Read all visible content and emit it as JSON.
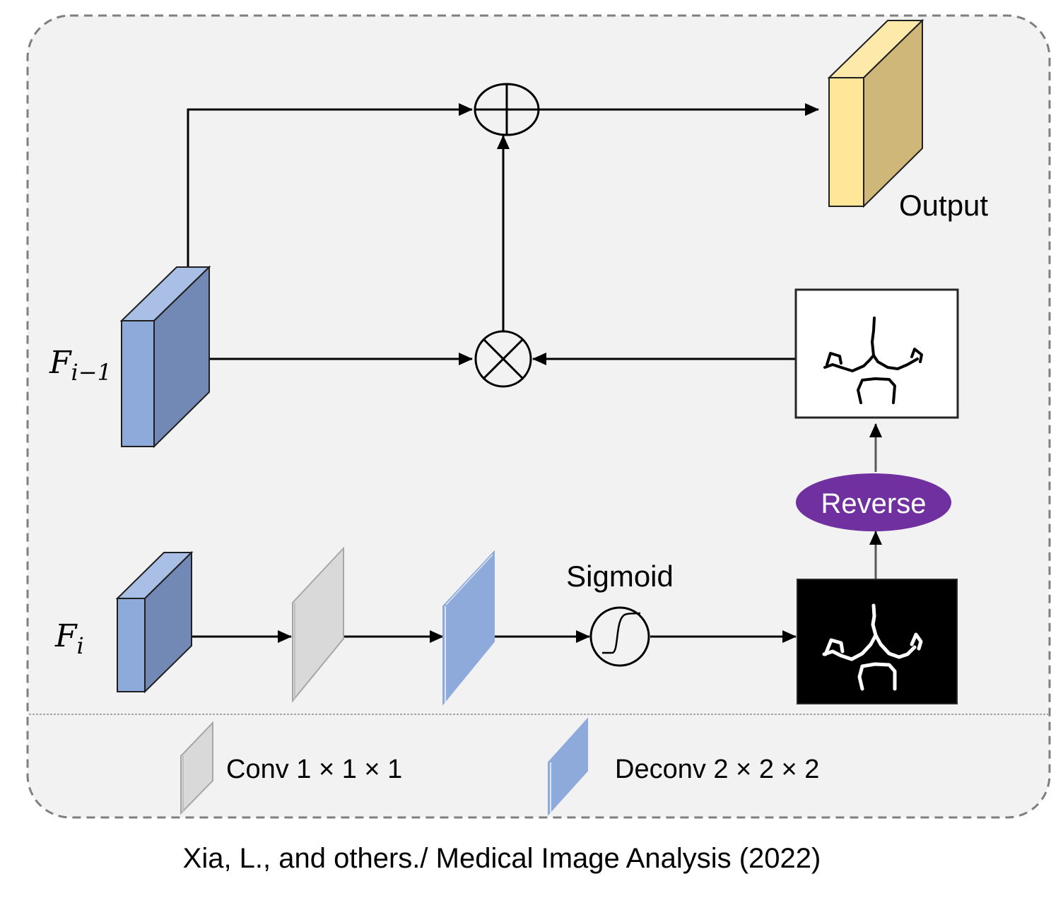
{
  "diagram": {
    "title": "Reverse attention fusion module",
    "nodes": {
      "f_prev": {
        "label_main": "F",
        "label_sub": "i−1",
        "type": "feature-map",
        "color": "#8eaadb"
      },
      "f_cur": {
        "label_main": "F",
        "label_sub": "i",
        "type": "feature-map",
        "color": "#8eaadb"
      },
      "conv": {
        "label": "Conv 1 × 1 × 1",
        "type": "conv-layer",
        "color": "#d9d9d9"
      },
      "deconv": {
        "label": "Deconv 2 × 2 × 2",
        "type": "deconv-layer",
        "color": "#8eaadb"
      },
      "sigmoid": {
        "label": "Sigmoid",
        "type": "activation"
      },
      "prob_map": {
        "type": "image",
        "description": "vessel segmentation map (white on black)"
      },
      "reverse": {
        "label": "Reverse",
        "type": "operation",
        "color": "#7030a0"
      },
      "reverse_map": {
        "type": "image",
        "description": "reversed vessel map (black on white)"
      },
      "multiply": {
        "symbol": "⊗",
        "type": "element-wise-multiply"
      },
      "add": {
        "symbol": "⊕",
        "type": "element-wise-add"
      },
      "output": {
        "label": "Output",
        "type": "feature-map",
        "color": "#ffe699"
      }
    },
    "edges": [
      {
        "from": "f_prev",
        "to": "add"
      },
      {
        "from": "f_prev",
        "to": "multiply"
      },
      {
        "from": "reverse_map",
        "to": "multiply"
      },
      {
        "from": "multiply",
        "to": "add"
      },
      {
        "from": "add",
        "to": "output"
      },
      {
        "from": "f_cur",
        "to": "conv"
      },
      {
        "from": "conv",
        "to": "deconv"
      },
      {
        "from": "deconv",
        "to": "sigmoid"
      },
      {
        "from": "sigmoid",
        "to": "prob_map"
      },
      {
        "from": "prob_map",
        "to": "reverse"
      },
      {
        "from": "reverse",
        "to": "reverse_map"
      }
    ],
    "legend": [
      {
        "label": "Conv 1 × 1 × 1",
        "color": "#d9d9d9"
      },
      {
        "label": "Deconv 2 × 2 × 2",
        "color": "#8eaadb"
      }
    ],
    "caption": "Xia, L., and others./ Medical Image Analysis (2022)"
  }
}
